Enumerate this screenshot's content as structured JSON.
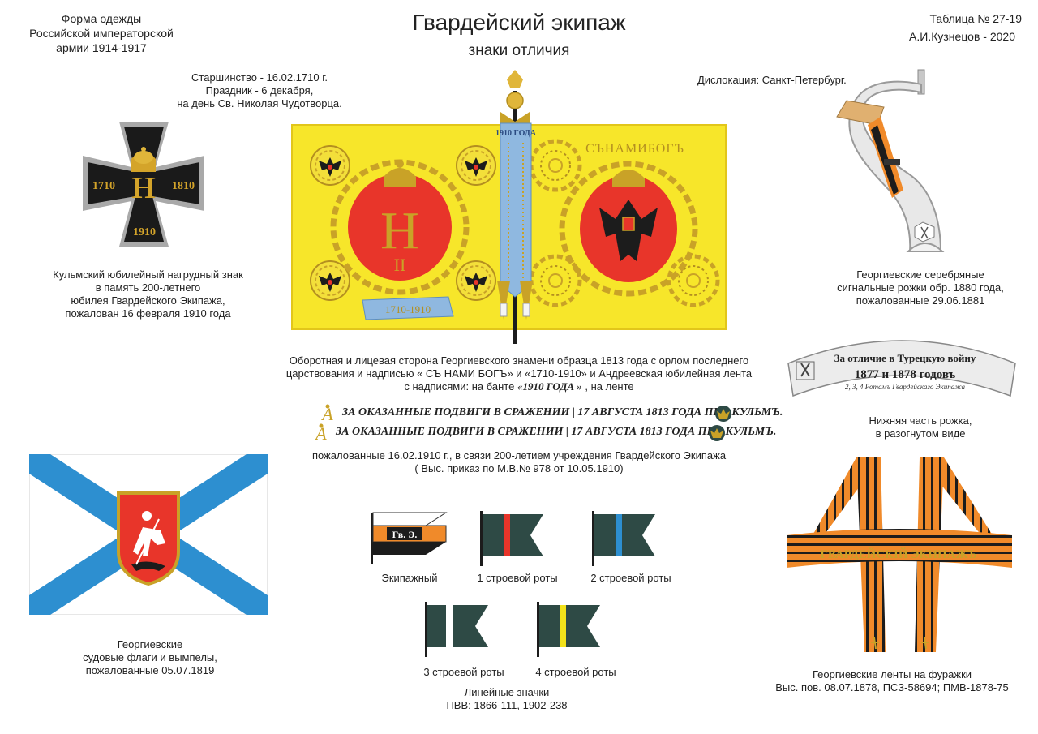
{
  "header": {
    "left": "Форма одежды\nРоссийской императорской\nармии  1914-1917",
    "title": "Гвардейский экипаж",
    "subtitle": "знаки отличия",
    "table_no": "Таблица № 27-19",
    "author": "А.И.Кузнецов - 2020"
  },
  "info": {
    "seniority": "Старшинство - 16.02.1710 г.\nПраздник  - 6 декабря,\nна день Св. Николая Чудотворца.",
    "location": "Дислокация: Санкт-Петербург."
  },
  "cross": {
    "year_left": "1710",
    "year_right": "1810",
    "year_bottom": "1910",
    "monogram": "Н",
    "caption": "Кульмский юбилейный нагрудный знак\nв память 200-летнего\nюбилея Гвардейского Экипажа,\nпожалован 16 февраля 1910 года"
  },
  "banner": {
    "motto": "СЪНАМИБОГЪ",
    "scroll": "1710-1910",
    "monogram": "Н",
    "monogram_sub": "II",
    "ribbon_top": "1910 ГОДА",
    "caption_1": "Оборотная и лицевая сторона Георгиевского знамени образца 1813 года с орлом последнего\nцарствования и надписью « СЪ НАМИ БОГЪ» и «1710-1910»  и Андреевская юбилейная лента\nс надписями: на банте ",
    "caption_bow": "«1910 ГОДА »",
    "caption_tail": " , на ленте",
    "ribbon_line_1": "ЗА ОКАЗАННЫЕ ПОДВИГИ В СРАЖЕНИИ  |  17 АВГУСТА 1813 ГОДА ПРИ КУЛЬМЪ.",
    "ribbon_line_2": "ЗА ОКАЗАННЫЕ ПОДВИГИ В СРАЖЕНИИ  |  17 АВГУСТА 1813 ГОДА ПРИ КУЛЬМЪ.",
    "caption_2": "пожалованные 16.02.1910 г., в связи 200-летием учреждения Гвардейского Экипажа\n( Выс. приказ по М.В.№ 978 от 10.05.1910)"
  },
  "trumpet": {
    "caption": "Георгиевские серебряные\nсигнальные рожки обр. 1880 года,\nпожалованные 29.06.1881"
  },
  "plaque": {
    "line1": "За отличие в Турецкую войну",
    "line2": "1877 и 1878 годовъ",
    "line3": "2, 3, 4  Ротамъ Гвардейскаго Экипажа",
    "caption": "Нижняя часть рожка,\nв разогнутом виде"
  },
  "ship_flag": {
    "caption": "Георгиевские\nсудовые флаги и вымпелы,\nпожалованные 05.07.1819"
  },
  "line_badges": {
    "items": [
      {
        "label": "Экипажный",
        "text": "Гв. Э."
      },
      {
        "label": "1 строевой роты"
      },
      {
        "label": "2 строевой роты"
      },
      {
        "label": "3 строевой роты"
      },
      {
        "label": "4 строевой роты"
      }
    ],
    "caption": "Линейные значки\nПВВ: 1866-111, 1902-238"
  },
  "cap_ribbons": {
    "text": "ГВАРДЕЙСКIЙ ЭКИПАЖЪ",
    "caption": "Георгиевские ленты на фуражки\nВыс. пов. 08.07.1878, ПСЗ-58694; ПМВ-1878-75"
  },
  "colors": {
    "banner_yellow": "#f7e62a",
    "banner_red": "#e8352a",
    "gold": "#c9a227",
    "ribbon_blue": "#8fb8e0",
    "andrew_blue": "#2d8fd0",
    "badge_green": "#2e4a45",
    "st_george_orange": "#f08a2a",
    "st_george_black": "#1c1c1c"
  }
}
